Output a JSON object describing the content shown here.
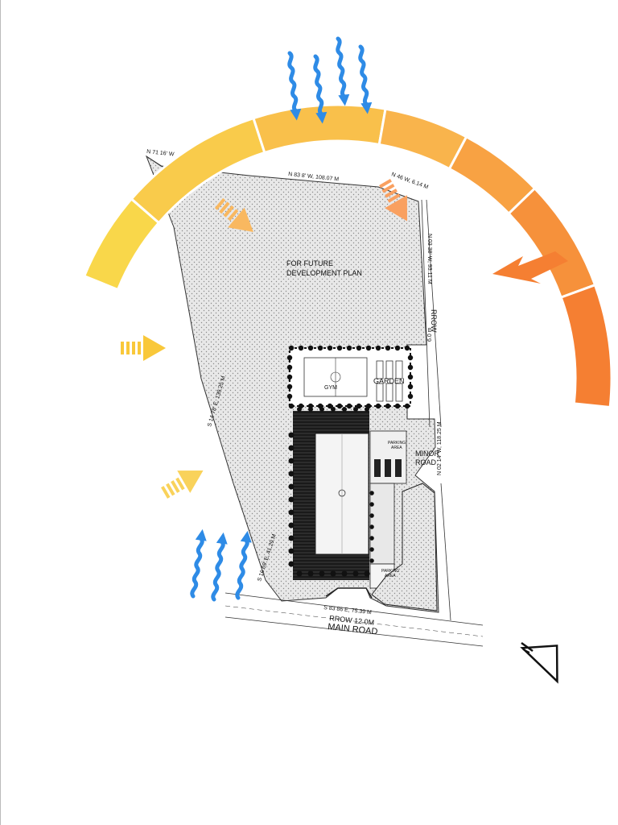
{
  "site": {
    "future_label_1": "FOR FUTURE",
    "future_label_2": "DEVELOPMENT PLAN",
    "gym": "GYM",
    "garden": "GARDEN",
    "parking_1": "PARKING",
    "parking_area_1": "AREA",
    "parking_2": "PARKING",
    "parking_area_2": "AREA"
  },
  "roads": {
    "rrow_side": "RROW",
    "rrow_side_width": "6.0 m",
    "minor_road_1": "MINOR",
    "minor_road_2": "ROAD",
    "rrow_main": "RROW 12.0M",
    "main_road": "MAIN ROAD"
  },
  "bearings": {
    "top_left": "N 71 16' W",
    "top": "N 83 8' W, 108.07 M",
    "top_right": "N 46 W, 6.14 M",
    "right_upper": "N 03 38' W, 93.11 M",
    "right_lower": "N 02 14' W, 118.25 M",
    "left": "S 14 78' E, 139.25 M",
    "left_lower": "S 16 69' E, 41.29 M",
    "bottom": "S 83 86 E, 75.39 M"
  },
  "colors": {
    "sun_start": "#F9D74A",
    "sun_mid": "#F9B44C",
    "sun_end": "#F57F32",
    "wind": "#2E8BE6",
    "site_fill": "#E6E6E6",
    "building": "#1A1A1A"
  },
  "icons": {
    "sun_path": "sun-path-arc",
    "wind": "wind-wave-icon",
    "north": "north-arrow-icon"
  }
}
